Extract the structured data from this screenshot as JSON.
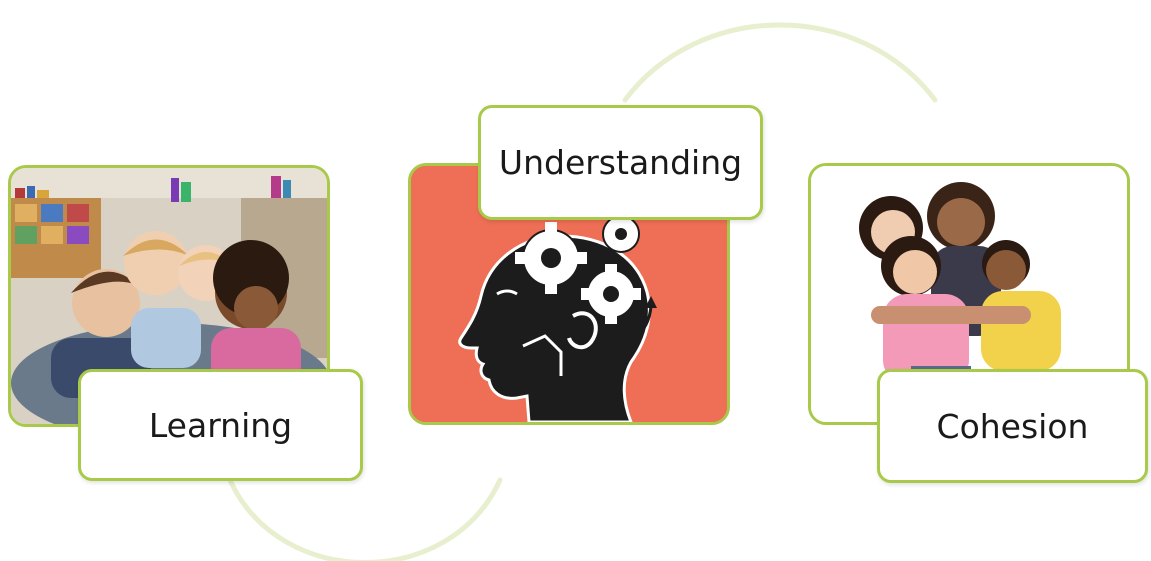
{
  "diagram": {
    "accent_color": "#a9c94b",
    "arc_color": "#e7efcf",
    "nodes": [
      {
        "id": "learning",
        "label": "Learning",
        "image": "children-learning-photo"
      },
      {
        "id": "understanding",
        "label": "Understanding",
        "image": "head-with-gears-icon",
        "background": "#ee6f55"
      },
      {
        "id": "cohesion",
        "label": "Cohesion",
        "image": "children-hugging-photo"
      }
    ]
  }
}
